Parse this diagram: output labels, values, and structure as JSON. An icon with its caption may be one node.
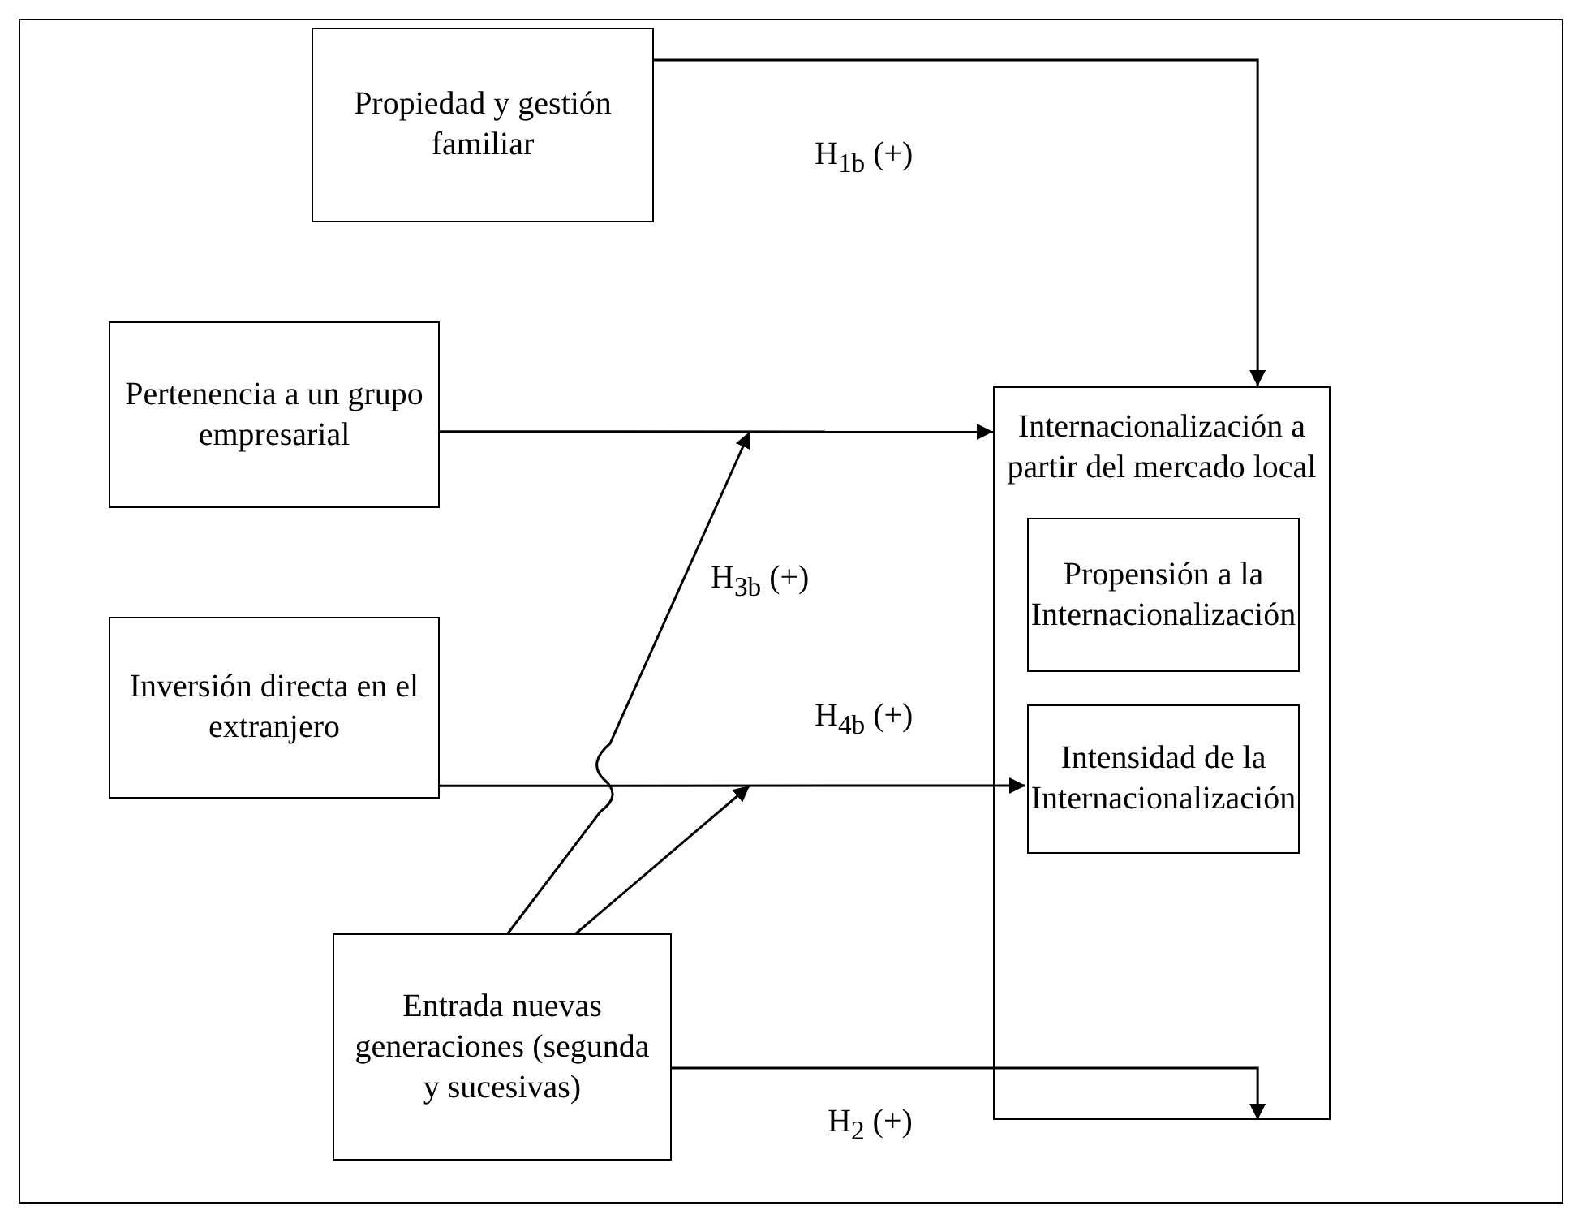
{
  "diagram": {
    "nodes": [
      {
        "text": [
          "Propiedad y gestión familiar"
        ]
      },
      {
        "text": [
          "Pertenencia a un grupo empresarial"
        ]
      },
      {
        "text": [
          "Inversión directa en el extranjero"
        ]
      },
      {
        "text": [
          "Entrada nuevas generaciones (segunda y sucesivas)"
        ]
      },
      {
        "text": [
          "Internacionalización a partir del mercado local"
        ]
      },
      {
        "text": [
          "Propensión a la Internacionalización"
        ],
        "in": 4
      },
      {
        "text": [
          "Intensidad de la Internacionalización"
        ],
        "in": 4
      }
    ],
    "edges": [
      {
        "from": 0,
        "to": 4,
        "label": "H$_{1b}$ (+)",
        "arrow": "to"
      },
      {
        "from": 1,
        "to": 4,
        "arrow": "to"
      },
      {
        "from": 3,
        "to": null,
        "label": "H$_{3b}$ (+)",
        "arrow": "to"
      },
      {
        "from": 2,
        "to": 6,
        "arrow": "to"
      },
      {
        "from": 3,
        "to": null,
        "label": "H$_{4b}$ (+)",
        "arrow": "to"
      },
      {
        "from": 3,
        "to": 4,
        "label": "H$_{2}$ (+)",
        "arrow": "to"
      }
    ]
  }
}
